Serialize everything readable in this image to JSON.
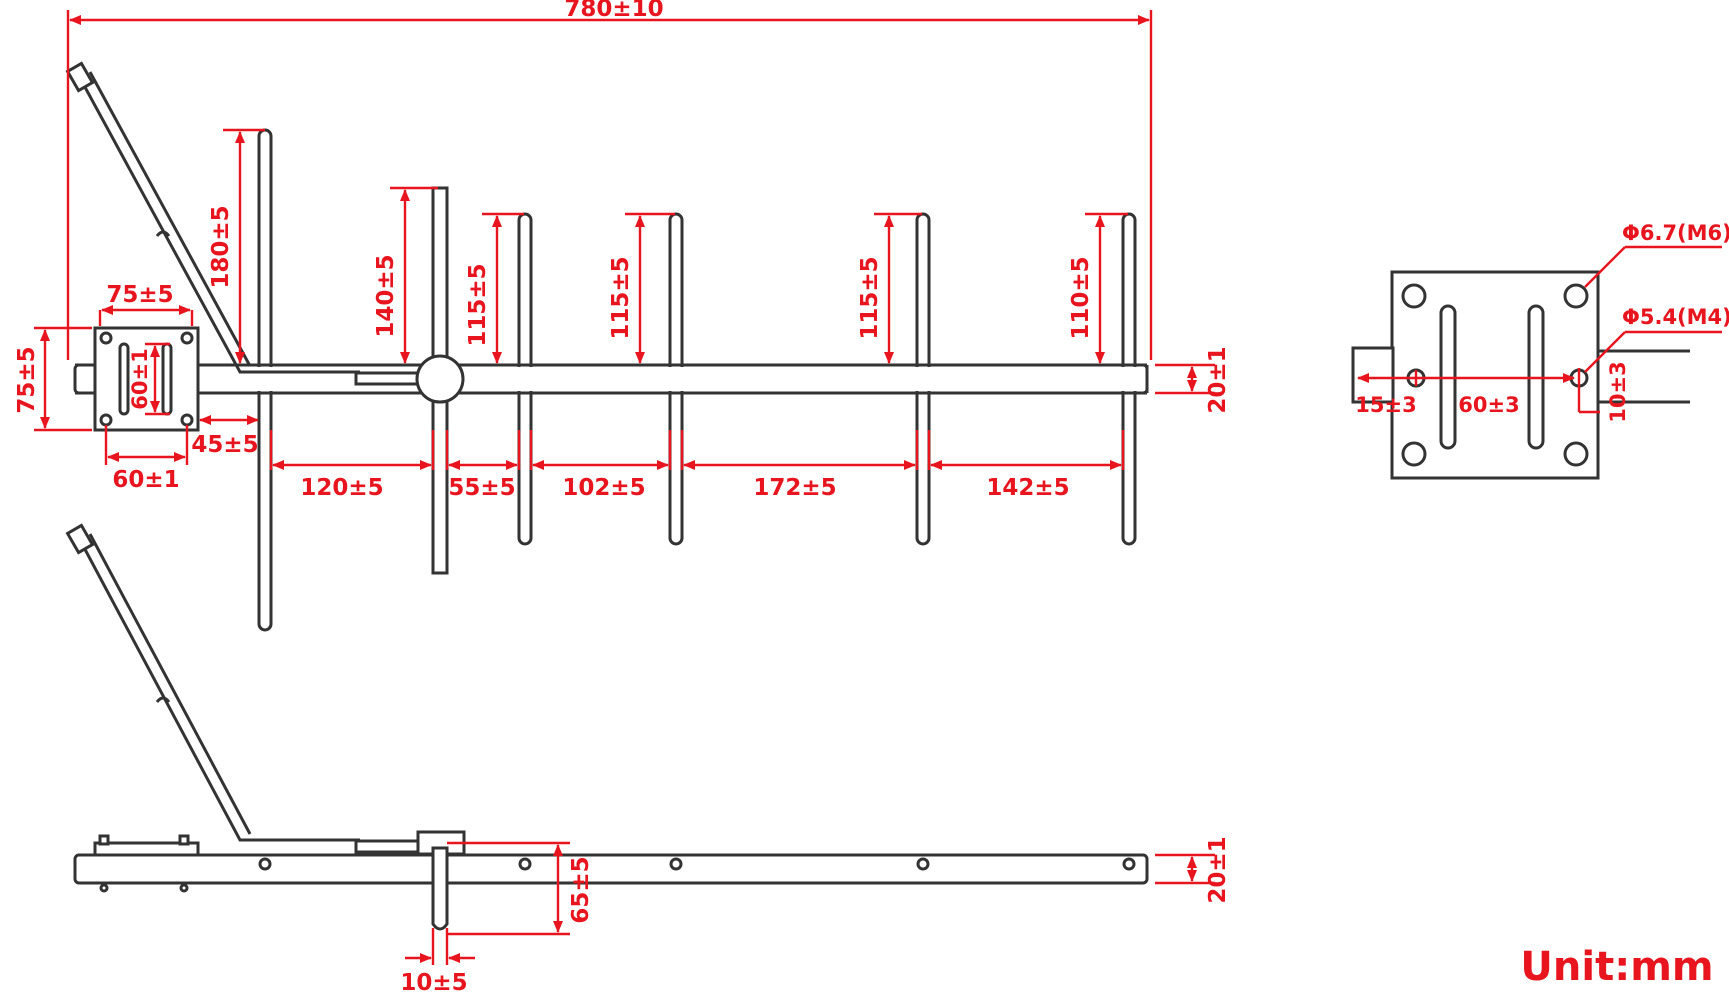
{
  "dimensions": {
    "overall_length": "780±10",
    "element_1": "180±5",
    "element_2": "140±5",
    "element_3": "115±5",
    "element_4": "115±5",
    "element_5": "115±5",
    "element_6": "110±5",
    "boom_height_top": "20±1",
    "boom_height_side": "20±1",
    "plate_width": "75±5",
    "plate_height": "75±5",
    "slot_length": "60±1",
    "slot_spacing": "60±1",
    "plate_to_element": "45±5",
    "spacing_1": "120±5",
    "spacing_2": "55±5",
    "spacing_3": "102±5",
    "spacing_4": "172±5",
    "spacing_5": "142±5",
    "dipole_drop": "65±5",
    "dipole_width": "10±5",
    "bracket_hole_large": "Φ6.7(M6)",
    "bracket_hole_small": "Φ5.4(M4)",
    "bracket_offset": "15±3",
    "bracket_spacing": "60±3",
    "bracket_vertical": "10±3"
  },
  "unit_label": "Unit:mm",
  "colors": {
    "dimension": "#e8141e",
    "outline": "#333333"
  }
}
